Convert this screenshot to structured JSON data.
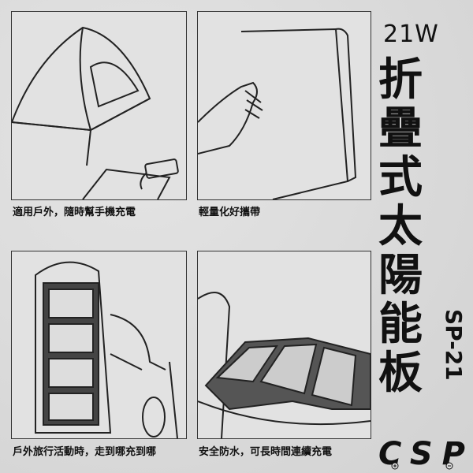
{
  "heading": {
    "wattage": "21W",
    "title_chars": [
      "折",
      "疊",
      "式",
      "太",
      "陽",
      "能",
      "板"
    ],
    "model": "SP-21"
  },
  "panels": [
    {
      "illustration": "tent-with-phone-charging",
      "caption": "適用戶外，隨時幫手機充電"
    },
    {
      "illustration": "hand-holding-folded-panel",
      "caption": "輕量化好攜帶"
    },
    {
      "illustration": "hiker-with-backpack-panel",
      "caption": "戶外旅行活動時，走到哪充到哪"
    },
    {
      "illustration": "panel-on-backpack",
      "caption": "安全防水，可長時間連續充電"
    }
  ],
  "logo": {
    "text": "CSP",
    "color": "#111111"
  }
}
